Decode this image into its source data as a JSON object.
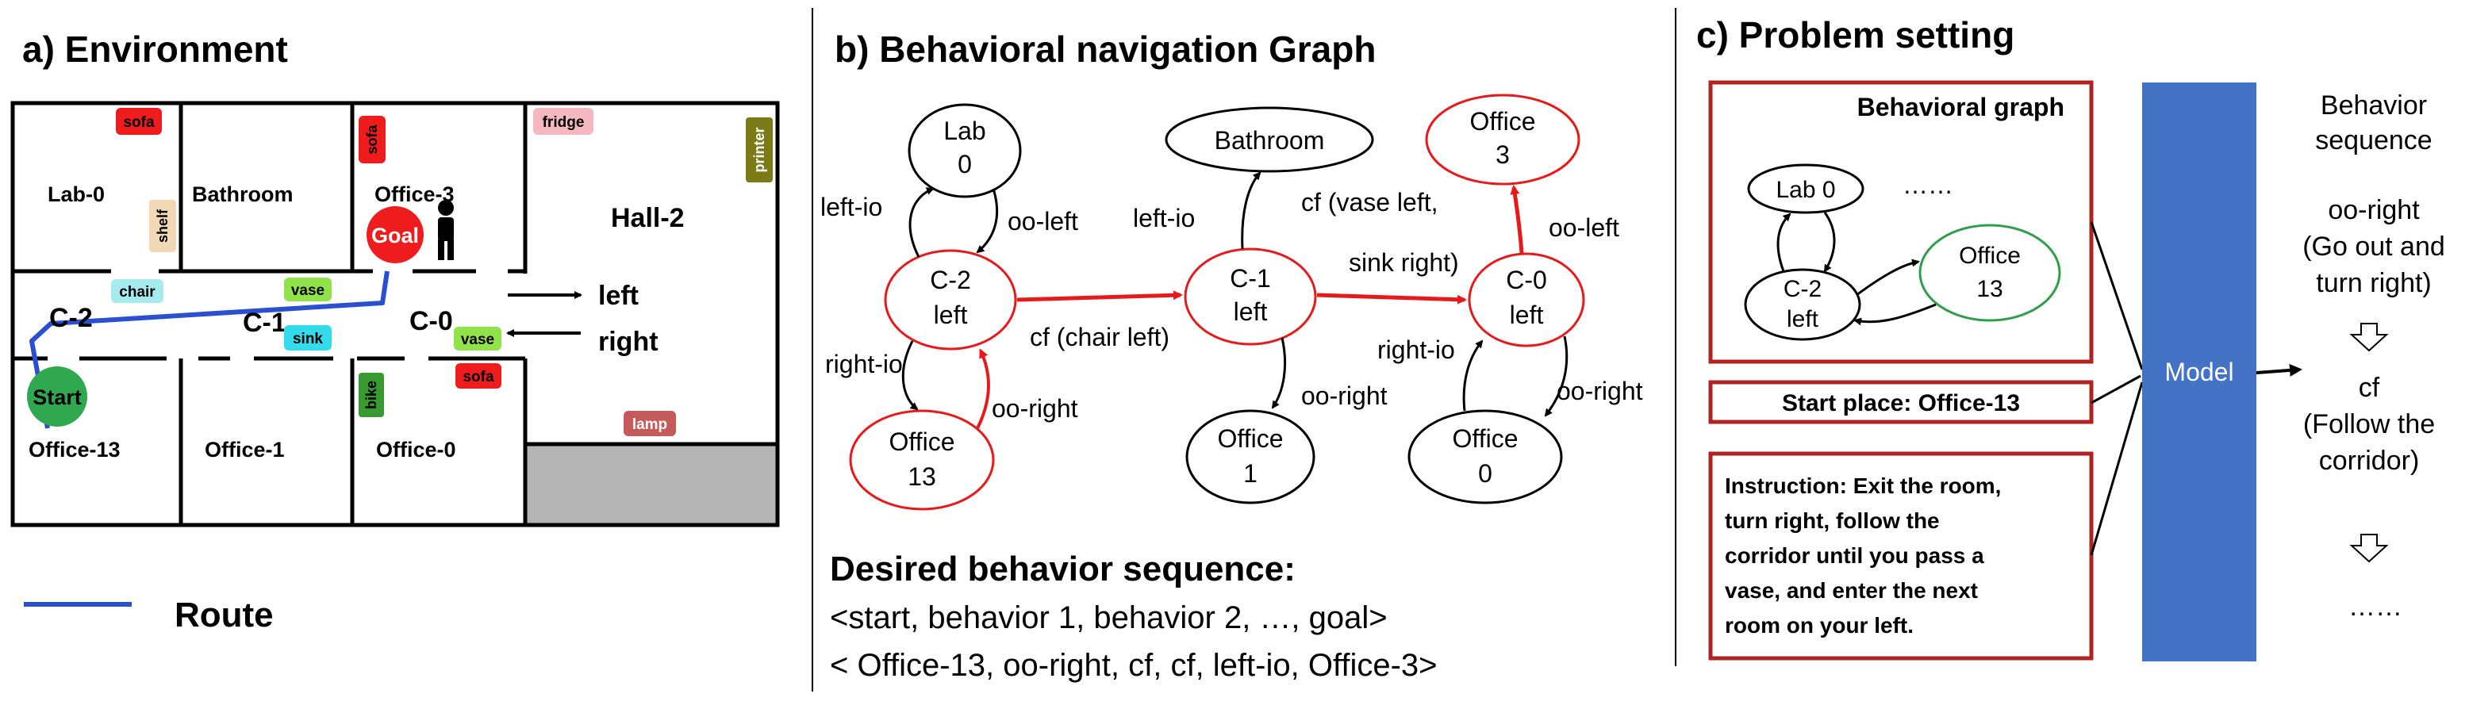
{
  "panel_a": {
    "title": "a) Environment",
    "rooms": {
      "lab0": "Lab-0",
      "bathroom": "Bathroom",
      "office3": "Office-3",
      "hall2": "Hall-2",
      "office13": "Office-13",
      "office1": "Office-1",
      "office0": "Office-0"
    },
    "corridors": {
      "c2": "C-2",
      "c1": "C-1",
      "c0": "C-0"
    },
    "objects": {
      "sofa_top": "sofa",
      "sofa_office3": "sofa",
      "sofa_office0": "sofa",
      "shelf": "shelf",
      "fridge": "fridge",
      "printer": "printer",
      "chair": "chair",
      "vase_top": "vase",
      "vase_c0": "vase",
      "sink": "sink",
      "bike": "bike",
      "lamp": "lamp"
    },
    "markers": {
      "goal": "Goal",
      "start": "Start"
    },
    "directions": {
      "left": "left",
      "right": "right"
    },
    "legend_route": "Route",
    "colors": {
      "route": "#2b4fd1",
      "sofa": "#ee1c1c",
      "shelf": "#f1d9b5",
      "fridge": "#f5b7c0",
      "printer": "#7a7a16",
      "chair": "#a6ecef",
      "vase": "#92e24c",
      "sink": "#33dcea",
      "bike": "#3a9a32",
      "lamp": "#c45a5a",
      "goal": "#ee1c1c",
      "start": "#2fa84f",
      "hall_floor": "#b4b4b4"
    }
  },
  "panel_b": {
    "title": "b) Behavioral navigation Graph",
    "nodes": {
      "lab0": [
        "Lab",
        "0"
      ],
      "bathroom": [
        "Bathroom"
      ],
      "office3": [
        "Office",
        "3"
      ],
      "c2": [
        "C-2",
        "left"
      ],
      "c1": [
        "C-1",
        "left"
      ],
      "c0": [
        "C-0",
        "left"
      ],
      "office13": [
        "Office",
        "13"
      ],
      "office1": [
        "Office",
        "1"
      ],
      "office0": [
        "Office",
        "0"
      ]
    },
    "edges": {
      "left_io_lab": "left-io",
      "oo_left_lab": "oo-left",
      "left_io_bath": "left-io",
      "cf_chair": "cf (chair left)",
      "cf_vase_1": "cf (vase left,",
      "cf_vase_2": "sink right)",
      "oo_left_office3": "oo-left",
      "right_io_13": "right-io",
      "oo_right_13": "oo-right",
      "oo_right_1": "oo-right",
      "right_io_0": "right-io",
      "oo_right_0": "oo-right"
    },
    "desired_title": "Desired behavior sequence:",
    "desired_line1": "<start, behavior 1, behavior 2, …, goal>",
    "desired_line2": "< Office-13, oo-right, cf, cf, left-io, Office-3>",
    "colors": {
      "highlight": "#e8191b",
      "normal": "#000000"
    }
  },
  "panel_c": {
    "title": "c) Problem setting",
    "graph_box_title": "Behavioral graph",
    "mini_nodes": {
      "lab0": "Lab 0",
      "c2": [
        "C-2",
        "left"
      ],
      "office13": [
        "Office",
        "13"
      ]
    },
    "ellipsis": "……",
    "start_place": "Start place: Office-13",
    "instruction": [
      "Instruction: Exit the room,",
      "turn right, follow the",
      "corridor until you pass a",
      "vase, and enter the next",
      "room on your left."
    ],
    "model_label": "Model",
    "behavior_sequence": [
      "Behavior",
      "sequence"
    ],
    "step1": [
      "oo-right",
      "(Go out and",
      "turn right)"
    ],
    "step2": [
      "cf",
      "(Follow the",
      "corridor)"
    ],
    "end_ellipsis": "……",
    "colors": {
      "box_border": "#b22222",
      "model": "#4472c4",
      "office13_node": "#2e9e4b"
    }
  }
}
